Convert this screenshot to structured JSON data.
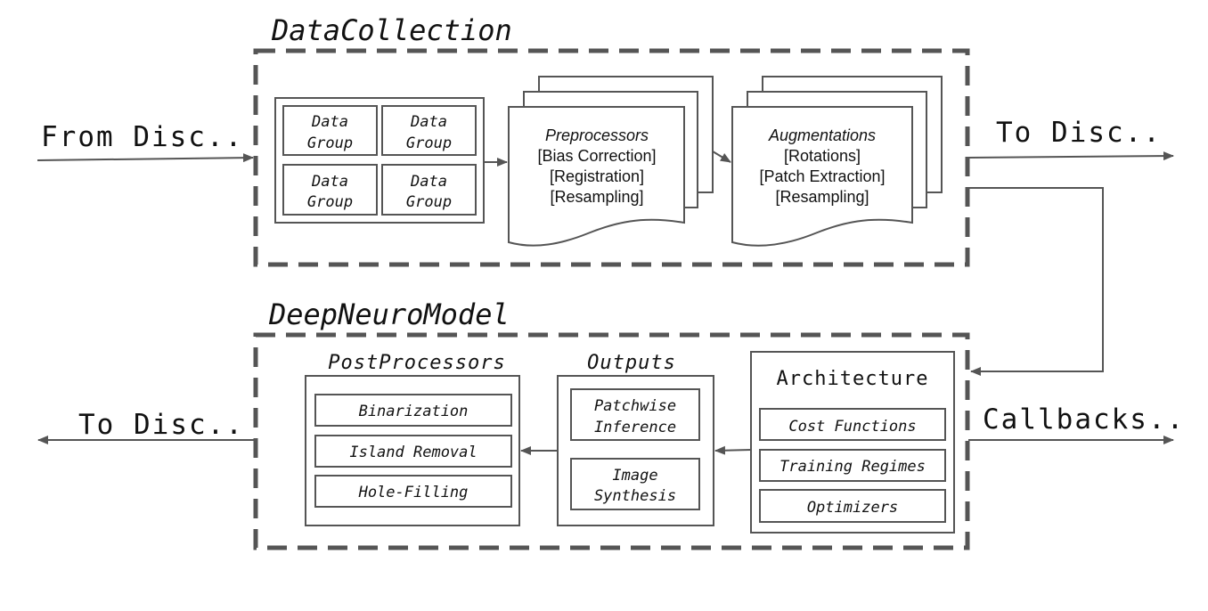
{
  "data_collection": {
    "title": "DataCollection",
    "data_groups": [
      [
        "Data",
        "Group"
      ],
      [
        "Data",
        "Group"
      ],
      [
        "Data",
        "Group"
      ],
      [
        "Data",
        "Group"
      ]
    ],
    "preprocessors": {
      "title": "Preprocessors",
      "items": [
        "[Bias Correction]",
        "[Registration]",
        "[Resampling]"
      ]
    },
    "augmentations": {
      "title": "Augmentations",
      "items": [
        "[Rotations]",
        "[Patch Extraction]",
        "[Resampling]"
      ]
    },
    "input_label": "From Disc..",
    "output_label": "To Disc.."
  },
  "deep_neuro_model": {
    "title": "DeepNeuroModel",
    "postprocessors": {
      "title": "PostProcessors",
      "items": [
        "Binarization",
        "Island Removal",
        "Hole-Filling"
      ]
    },
    "outputs": {
      "title": "Outputs",
      "items": [
        [
          "Patchwise",
          "Inference"
        ],
        [
          "Image",
          "Synthesis"
        ]
      ]
    },
    "architecture": {
      "title": "Architecture",
      "items": [
        "Cost Functions",
        "Training Regimes",
        "Optimizers"
      ]
    },
    "output_label": "To Disc..",
    "callbacks_label": "Callbacks.."
  },
  "colors": {
    "stroke": "#555555",
    "text": "#111111",
    "background": "#ffffff"
  }
}
